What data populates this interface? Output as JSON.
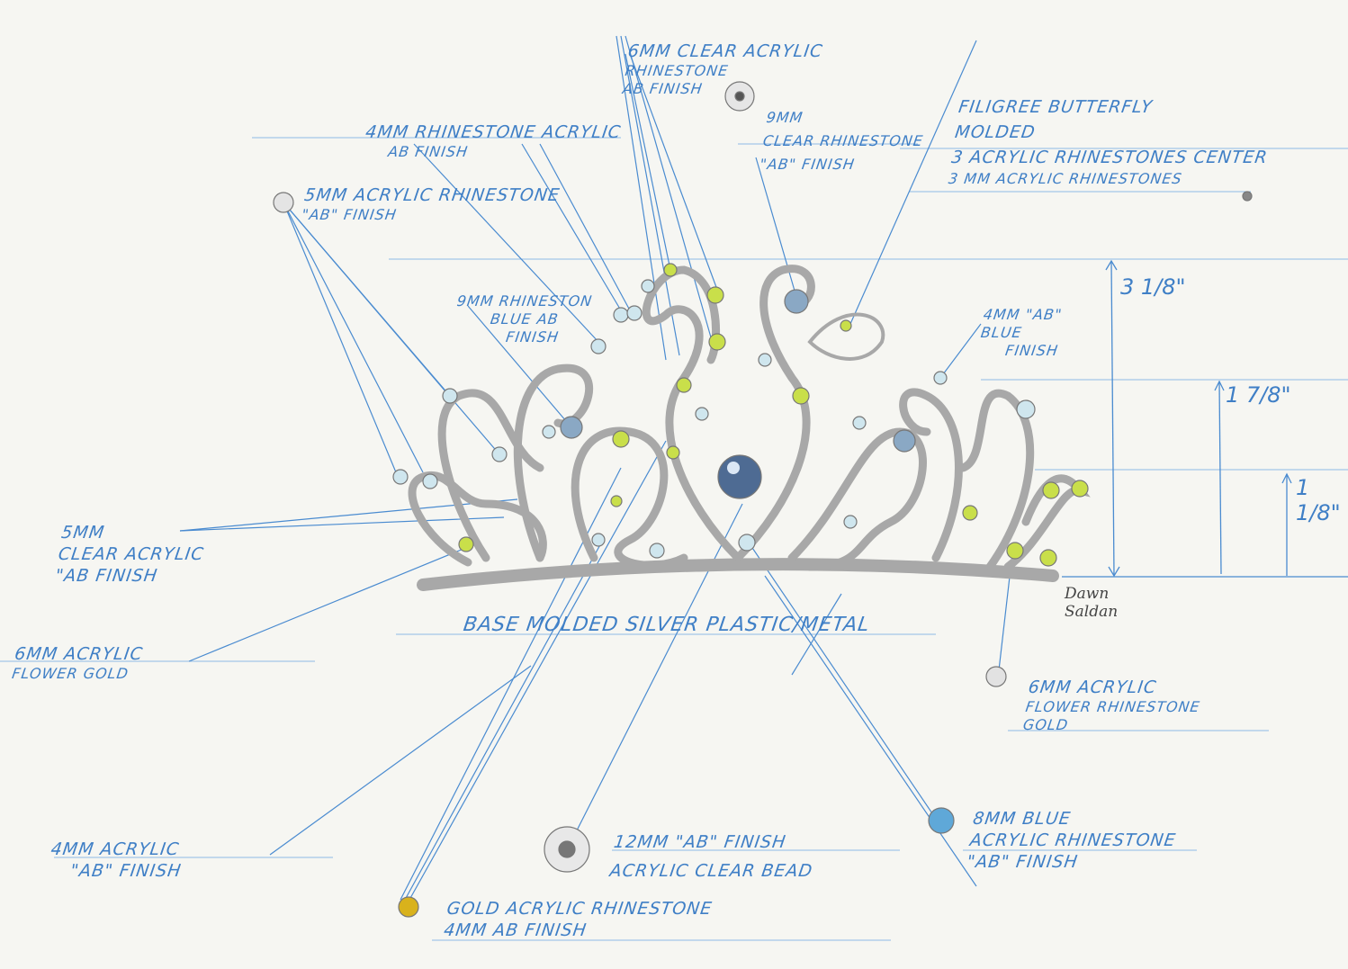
{
  "colors": {
    "paper": "#f6f6f2",
    "ink_blue": "#3f7fc6",
    "silver": "#a9a9a9",
    "gold": "#d9b21c",
    "peridot": "#b8d43a",
    "blue_gem": "#5fa8d8"
  },
  "labels": {
    "clear6mm": [
      "6mm CLEAR ACRYLIC",
      "RHINESTONE",
      "AB FINISH"
    ],
    "clear9mm": [
      "9mm",
      "CLEAR RHINESTONE",
      "\"AB\" FINISH"
    ],
    "butterfly": [
      "FILIGREE BUTTERFLY",
      "MOLDED",
      "3 ACRYLIC RHINESTONES CENTER",
      "3 mm ACRYLIC RHINESTONES"
    ],
    "rh4mm": [
      "4mm RHINESTONE ACRYLIC",
      "AB FINISH"
    ],
    "rh5mm": [
      "5mm ACRYLIC RHINESTONE",
      "\"AB\" FINISH"
    ],
    "blue9mm": [
      "9mm RHINESTON",
      "BLUE AB",
      "FINISH"
    ],
    "blue4mm": [
      "4mm \"AB\"",
      "BLUE",
      "FINISH"
    ],
    "clear5mm": [
      "5mm",
      "CLEAR ACRYLIC",
      "\"AB FINISH"
    ],
    "flower6mm_left": [
      "6mm ACRYLIC",
      "FLOWER GOLD"
    ],
    "base": "BASE MOLDED SILVER PLASTIC/METAL",
    "flower6mm_right": [
      "6mm ACRYLIC",
      "FLOWER RHINESTONE",
      "GOLD"
    ],
    "ab4mm": [
      "4mm ACRYLIC",
      "\"AB\" FINISH"
    ],
    "bead12mm": [
      "12mm \"AB\" FINISH",
      "ACRYLIC CLEAR BEAD"
    ],
    "blue8mm": [
      "8mm BLUE",
      "ACRYLIC RHINESTONE",
      "\"AB\" FINISH"
    ],
    "gold4mm": [
      "GOLD ACRYLIC RHINESTONE",
      "4mm AB FINISH"
    ]
  },
  "dimensions": {
    "total_height": "3 1/8\"",
    "mid_height": "1 7/8\"",
    "side_height": "1 1/8\""
  },
  "signature": [
    "Dawn",
    "Saldan"
  ]
}
